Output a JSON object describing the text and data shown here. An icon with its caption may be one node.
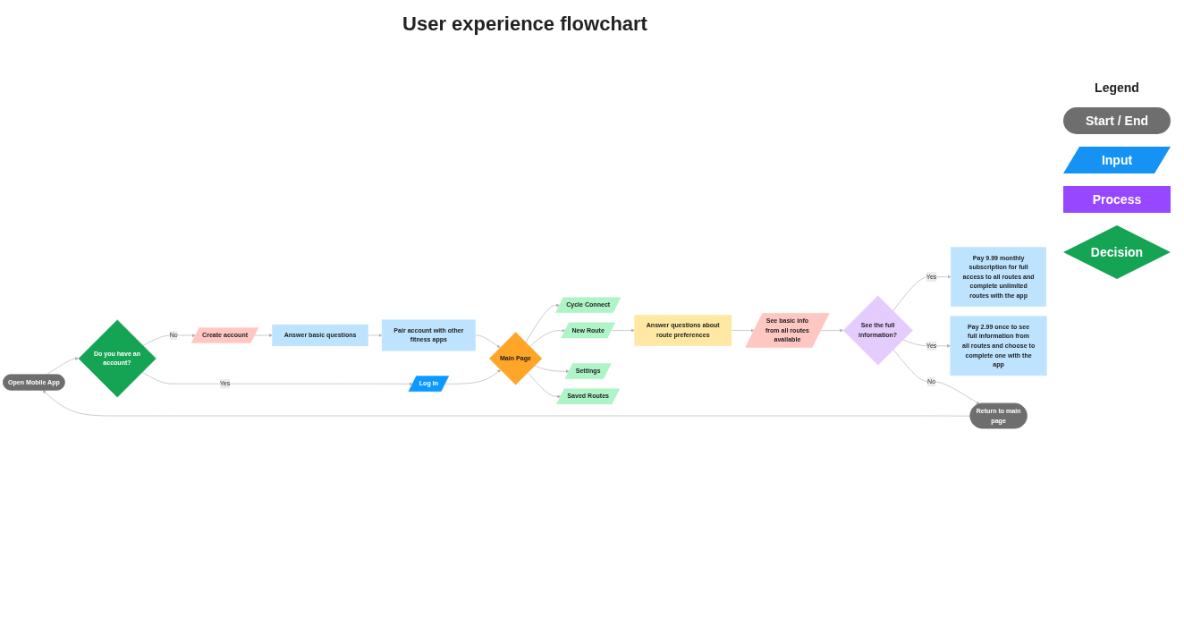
{
  "diagram": {
    "title": "User experience flowchart",
    "nodes": [
      {
        "text": [
          "Open Mobile App"
        ]
      },
      {
        "text": [
          "Do you have an account?"
        ]
      },
      {
        "text": [
          "Create account"
        ]
      },
      {
        "text": [
          "Answer basic questions"
        ]
      },
      {
        "text": [
          "Pair account with other fitness apps"
        ]
      },
      {
        "text": [
          "Log In"
        ]
      },
      {
        "text": [
          "Main Page"
        ]
      },
      {
        "text": [
          "Cycle Connect"
        ]
      },
      {
        "text": [
          "New Route"
        ]
      },
      {
        "text": [
          "Settings"
        ]
      },
      {
        "text": [
          "Saved Routes"
        ]
      },
      {
        "text": [
          "Answer questions about route preferences"
        ]
      },
      {
        "text": [
          "See basic info from all routes available"
        ]
      },
      {
        "text": [
          "See the full information?"
        ]
      },
      {
        "text": [
          "Pay 9.99 monthly subscription for full access to all routes and complete unlimited routes with the app"
        ]
      },
      {
        "text": [
          "Pay 2.99 once to see full information from all routes and choose to complete one with the app"
        ]
      },
      {
        "text": [
          "Return to main page"
        ]
      }
    ],
    "edges": [
      {
        "from": 0,
        "to": 1,
        "arrow": "to"
      },
      {
        "from": 1,
        "to": 2,
        "arrow": "to",
        "label": "No"
      },
      {
        "from": 1,
        "to": 5,
        "arrow": "to",
        "label": "Yes"
      },
      {
        "from": 2,
        "to": 3,
        "arrow": "to"
      },
      {
        "from": 3,
        "to": 4,
        "arrow": "to"
      },
      {
        "from": 4,
        "to": 6,
        "arrow": "to"
      },
      {
        "from": 5,
        "to": 6,
        "arrow": "to"
      },
      {
        "from": 6,
        "to": 7,
        "arrow": "to"
      },
      {
        "from": 6,
        "to": 8,
        "arrow": "to"
      },
      {
        "from": 6,
        "to": 9,
        "arrow": "to"
      },
      {
        "from": 6,
        "to": 10,
        "arrow": "to"
      },
      {
        "from": 8,
        "to": 11,
        "arrow": "to"
      },
      {
        "from": 11,
        "to": 12,
        "arrow": "to"
      },
      {
        "from": 12,
        "to": 13,
        "arrow": "to"
      },
      {
        "from": 13,
        "to": 14,
        "arrow": "to",
        "label": "Yes"
      },
      {
        "from": 13,
        "to": 15,
        "arrow": "to",
        "label": "Yes"
      },
      {
        "from": 13,
        "to": 16,
        "arrow": "to",
        "label": "No"
      },
      {
        "from": 16,
        "to": 0,
        "arrow": "to"
      }
    ],
    "labels": [
      "Legend"
    ],
    "legend": [
      {
        "text": "Start / End",
        "color": "#6e6e6e"
      },
      {
        "text": "Input",
        "color": "#1593f5"
      },
      {
        "text": "Process",
        "color": "#9747ff"
      },
      {
        "text": "Decision",
        "color": "#14a454"
      }
    ]
  }
}
